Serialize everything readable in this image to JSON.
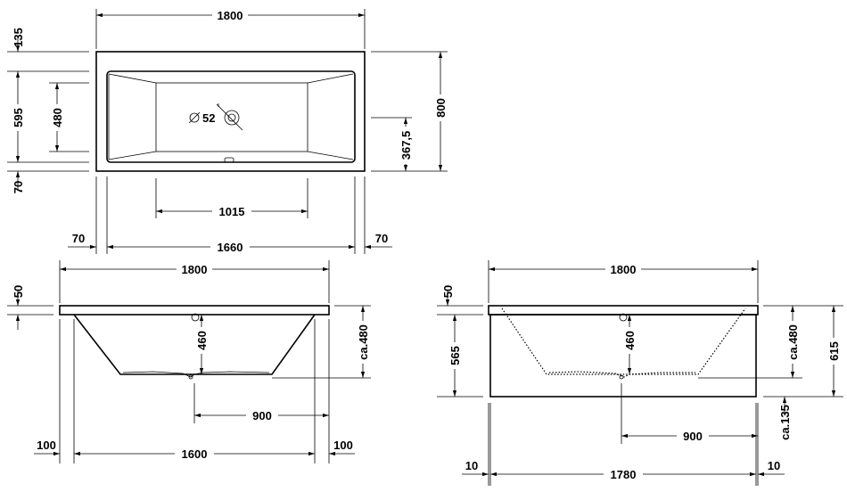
{
  "top_view": {
    "overall_length": "1800",
    "overall_width": "800",
    "top_rim": "135",
    "inner_width": "595",
    "floor_width": "480",
    "bottom_rim": "70",
    "drain_offset": "367,5",
    "drain_diameter": "52",
    "floor_length": "1015",
    "inner_length": "1660",
    "left_rim": "70",
    "right_rim": "70"
  },
  "front_view": {
    "overall_length": "1800",
    "rim_height": "50",
    "drain_depth": "460",
    "total_depth": "ca.480",
    "drain_position": "900",
    "inner_length": "1600",
    "left_margin": "100",
    "right_margin": "100"
  },
  "panel_view": {
    "overall_length": "1800",
    "rim_height": "50",
    "panel_height": "565",
    "drain_depth": "460",
    "total_depth": "ca.480",
    "overall_height": "615",
    "clearance": "ca.135",
    "drain_position": "900",
    "panel_length": "1780",
    "left_offset": "10",
    "right_offset": "10"
  }
}
